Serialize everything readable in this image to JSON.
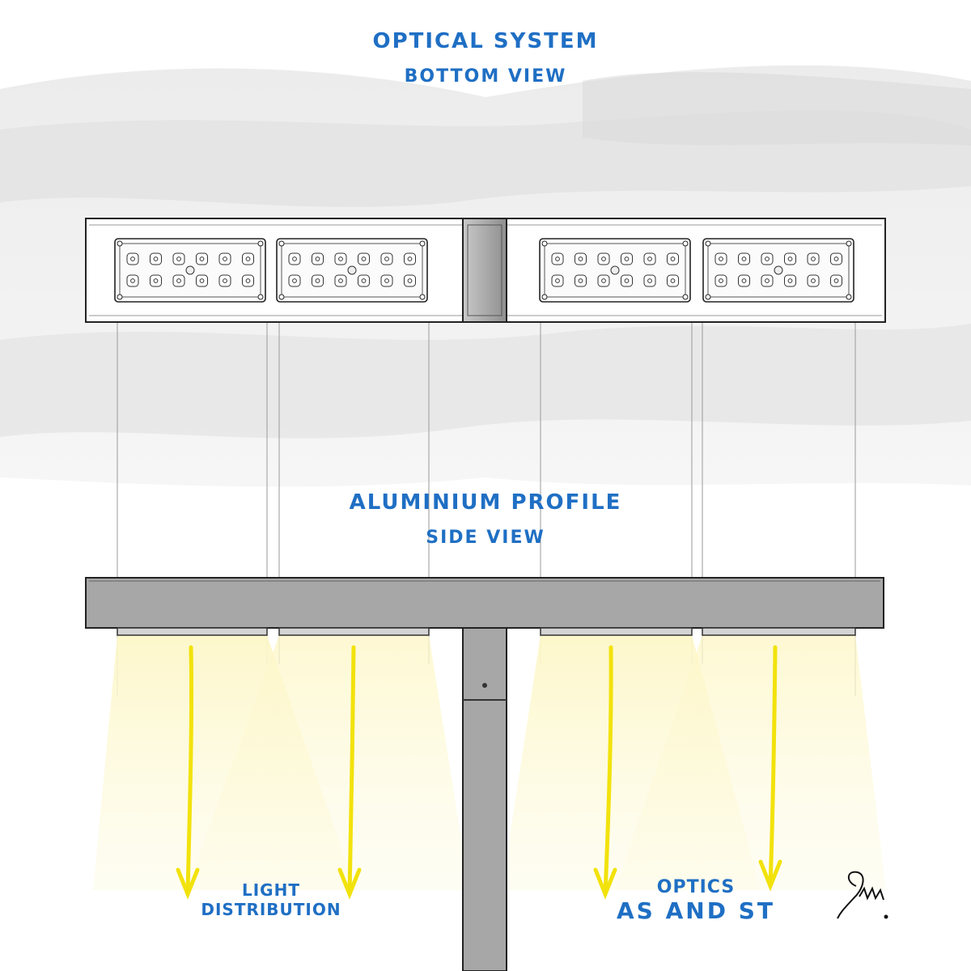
{
  "optical": {
    "title": "Optical System",
    "subtitle": "Bottom View"
  },
  "profile": {
    "title": "Aluminium Profile",
    "subtitle": "Side View"
  },
  "captions": {
    "light": {
      "line1": "Light",
      "line2": "Distribution"
    },
    "optics": {
      "line1": "Optics",
      "line2": "AS and ST"
    }
  },
  "colors": {
    "label_blue": "#1f6fc4",
    "arrow_yellow": "#f2e20c",
    "profile_gray": "#a7a7a7",
    "beam_glow": "#fdf7c8",
    "cloud_gray": "#dcdcdc"
  },
  "led_modules": {
    "count": 4,
    "rows": 2,
    "lenses_per_row": 6
  }
}
